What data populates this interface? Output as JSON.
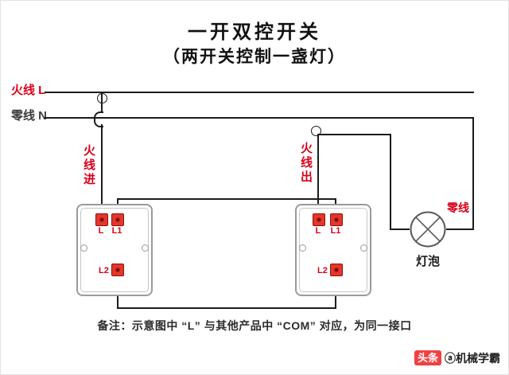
{
  "title": {
    "line1": "一开双控开关",
    "line2": "（两开关控制一盏灯）"
  },
  "labels": {
    "live_l": "火线 L",
    "neutral_n": "零线 N",
    "live_in": "火线进",
    "live_out": "火线出",
    "neutral_lamp": "零线",
    "bulb": "灯泡"
  },
  "switch_left": {
    "terminals": {
      "l": "L",
      "l1": "L1",
      "l2": "L2"
    }
  },
  "switch_right": {
    "terminals": {
      "l": "L",
      "l1": "L1",
      "l2": "L2"
    }
  },
  "note": {
    "text": "备注：示意图中 “L” 与其他产品中 “COM” 对应，为同一接口"
  },
  "watermark": {
    "badge": "头条",
    "account": "ⓐ机械学霸"
  },
  "colors": {
    "wire": "#1c1c1c",
    "accent_red": "#d9001b",
    "terminal_fill": "#e3372b",
    "badge_red": "#f04142"
  }
}
